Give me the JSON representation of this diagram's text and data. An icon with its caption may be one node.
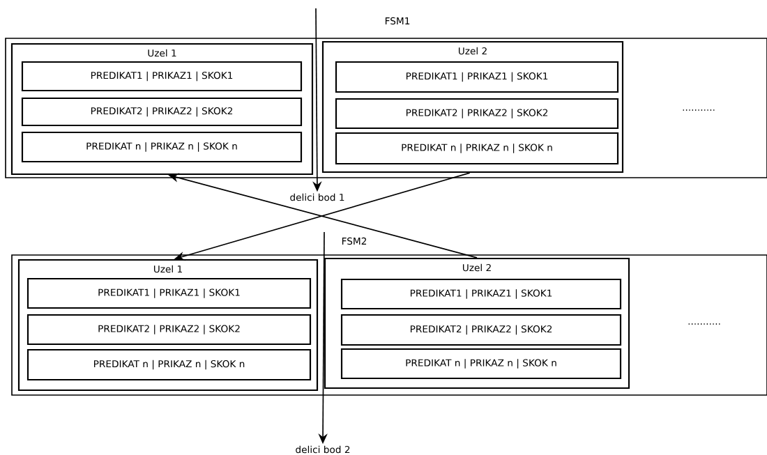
{
  "diagram": {
    "nodes": [
      {
        "text": [
          "FSM1"
        ]
      },
      {
        "text": [
          "Uzel 1"
        ],
        "in": 0
      },
      {
        "text": [
          "PREDIKAT1 | PRIKAZ1 | SKOK1"
        ],
        "in": 1
      },
      {
        "text": [
          "PREDIKAT2 | PRIKAZ2 | SKOK2"
        ],
        "in": 1
      },
      {
        "text": [
          "PREDIKAT n  | PRIKAZ n  | SKOK n"
        ],
        "in": 1
      },
      {
        "text": [
          "Uzel 2"
        ],
        "in": 0
      },
      {
        "text": [
          "PREDIKAT1 | PRIKAZ1 | SKOK1"
        ],
        "in": 5
      },
      {
        "text": [
          "PREDIKAT2 | PRIKAZ2 | SKOK2"
        ],
        "in": 5
      },
      {
        "text": [
          "PREDIKAT n  | PRIKAZ n  | SKOK n"
        ],
        "in": 5
      },
      {
        "text": [
          "delici bod 1"
        ]
      },
      {
        "text": [
          "FSM2"
        ]
      },
      {
        "text": [
          "Uzel 1"
        ],
        "in": 10
      },
      {
        "text": [
          "PREDIKAT1 | PRIKAZ1 | SKOK1"
        ],
        "in": 11
      },
      {
        "text": [
          "PREDIKAT2 | PRIKAZ2 | SKOK2"
        ],
        "in": 11
      },
      {
        "text": [
          "PREDIKAT n  | PRIKAZ n  | SKOK n"
        ],
        "in": 11
      },
      {
        "text": [
          "Uzel 2"
        ],
        "in": 10
      },
      {
        "text": [
          "PREDIKAT1 | PRIKAZ1 | SKOK1"
        ],
        "in": 15
      },
      {
        "text": [
          "PREDIKAT2 | PRIKAZ2 | SKOK2"
        ],
        "in": 15
      },
      {
        "text": [
          "PREDIKAT n  | PRIKAZ n  | SKOK n"
        ],
        "in": 15
      },
      {
        "text": [
          "delici bod 2"
        ]
      }
    ],
    "edges": [
      {
        "from": null,
        "to": 9,
        "arrow": "to"
      },
      {
        "from": 5,
        "to": 11,
        "arrow": "to"
      },
      {
        "from": 15,
        "to": 1,
        "arrow": "to"
      },
      {
        "from": null,
        "to": 19,
        "arrow": "to"
      }
    ],
    "labels": [
      "...........",
      "..........."
    ]
  }
}
